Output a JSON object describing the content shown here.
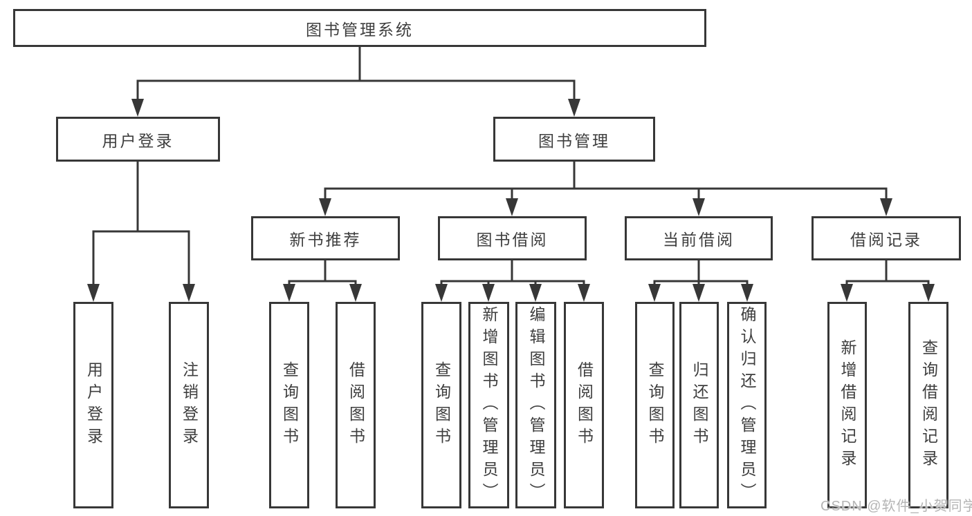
{
  "diagram": {
    "type": "hierarchy-tree",
    "title": "图书管理系统",
    "hierarchy": {
      "图书管理系统": {
        "用户登录": [
          "用户登录",
          "注销登录"
        ],
        "图书管理": {
          "新书推荐": [
            "查询图书",
            "借阅图书"
          ],
          "图书借阅": [
            "查询图书",
            "新增图书（管理员）",
            "编辑图书（管理员）",
            "借阅图书"
          ],
          "当前借阅": [
            "查询图书",
            "归还图书",
            "确认归还（管理员）"
          ],
          "借阅记录": [
            "新增借阅记录",
            "查询借阅记录"
          ]
        }
      }
    }
  },
  "nodes": {
    "root": "图书管理系统",
    "user_login": "用户登录",
    "book_management": "图书管理",
    "new_book_recommend": "新书推荐",
    "book_borrow": "图书借阅",
    "current_borrow": "当前借阅",
    "borrow_records": "借阅记录",
    "leaf_user_login": "用户登录",
    "leaf_logout": "注销登录",
    "leaf_nb_query": "查询图书",
    "leaf_nb_borrow": "借阅图书",
    "leaf_bb_query": "查询图书",
    "leaf_bb_add": "新增图书（管理员）",
    "leaf_bb_edit": "编辑图书（管理员）",
    "leaf_bb_borrow": "借阅图书",
    "leaf_cb_query": "查询图书",
    "leaf_cb_return": "归还图书",
    "leaf_cb_confirm": "确认归还（管理员）",
    "leaf_br_add": "新增借阅记录",
    "leaf_br_query": "查询借阅记录"
  },
  "watermark": "CSDN @软件_小贺同学",
  "colors": {
    "line": "#373737",
    "text": "#3e3e3e",
    "watermark": "#b5b5b5",
    "background": "#ffffff"
  }
}
